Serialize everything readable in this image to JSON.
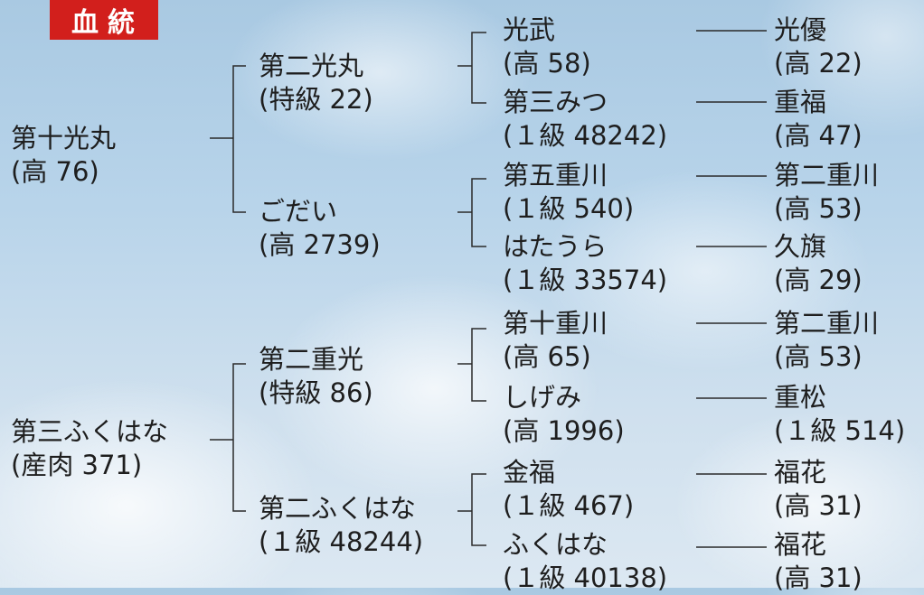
{
  "title": "血統",
  "pedigree": [
    {
      "name": "第十光丸",
      "grade": "(高 76)",
      "parents": [
        {
          "name": "第二光丸",
          "grade": "(特級 22)",
          "parents": [
            {
              "name": "光武",
              "grade": "(高 58)",
              "parent": {
                "name": "光優",
                "grade": "(高 22)"
              }
            },
            {
              "name": "第三みつ",
              "grade": "(１級 48242)",
              "parent": {
                "name": "重福",
                "grade": "(高 47)"
              }
            }
          ]
        },
        {
          "name": "ごだい",
          "grade": "(高 2739)",
          "parents": [
            {
              "name": "第五重川",
              "grade": "(１級 540)",
              "parent": {
                "name": "第二重川",
                "grade": "(高 53)"
              }
            },
            {
              "name": "はたうら",
              "grade": "(１級 33574)",
              "parent": {
                "name": "久旗",
                "grade": "(高 29)"
              }
            }
          ]
        }
      ]
    },
    {
      "name": "第三ふくはな",
      "grade": "(産肉 371)",
      "parents": [
        {
          "name": "第二重光",
          "grade": "(特級 86)",
          "parents": [
            {
              "name": "第十重川",
              "grade": "(高 65)",
              "parent": {
                "name": "第二重川",
                "grade": "(高 53)"
              }
            },
            {
              "name": "しげみ",
              "grade": "(高 1996)",
              "parent": {
                "name": "重松",
                "grade": "(１級 514)"
              }
            }
          ]
        },
        {
          "name": "第二ふくはな",
          "grade": "(１級 48244)",
          "parents": [
            {
              "name": "金福",
              "grade": "(１級 467)",
              "parent": {
                "name": "福花",
                "grade": "(高 31)"
              }
            },
            {
              "name": "ふくはな",
              "grade": "(１級 40138)",
              "parent": {
                "name": "福花",
                "grade": "(高 31)"
              }
            }
          ]
        }
      ]
    }
  ]
}
